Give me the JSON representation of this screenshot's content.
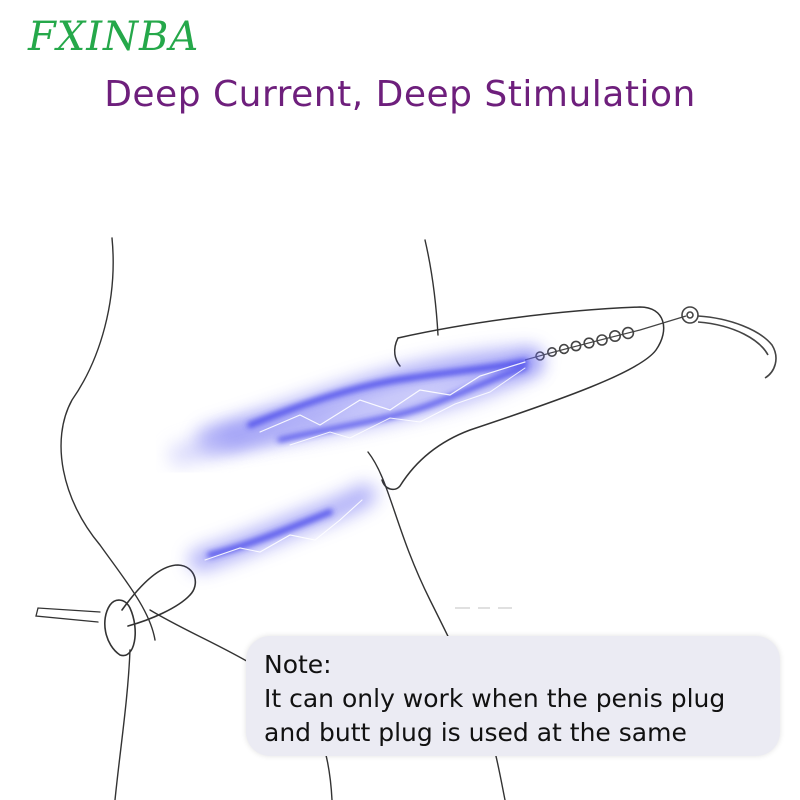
{
  "brand": {
    "name": "FXINBA",
    "color": "#25a84a"
  },
  "headline": {
    "text": "Deep Current, Deep Stimulation",
    "color": "#6e1f7c"
  },
  "illustration": {
    "subject": "electro-stimulation-plugs-line-drawing",
    "current_color": "#5a5af0"
  },
  "note": {
    "title": "Note:",
    "line1": "It can only work when the penis plug",
    "line2": "and butt plug is used at the same"
  }
}
